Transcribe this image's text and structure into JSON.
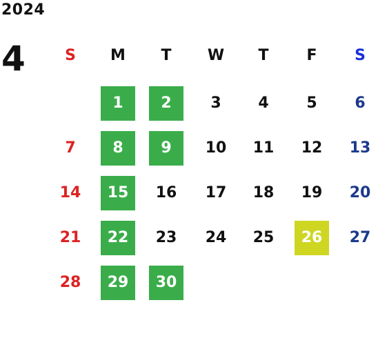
{
  "year": "2024",
  "month": "4",
  "colors": {
    "highlight_green": "#3aad4a",
    "highlight_yellow": "#cfd622",
    "sunday_red": "#dd2222",
    "saturday_blue": "#1a2fd8",
    "saturday_date_blue": "#1c3a8c"
  },
  "weekdays": [
    "S",
    "M",
    "T",
    "W",
    "T",
    "F",
    "S"
  ],
  "weeks": [
    [
      "",
      "1",
      "2",
      "3",
      "4",
      "5",
      "6"
    ],
    [
      "7",
      "8",
      "9",
      "10",
      "11",
      "12",
      "13"
    ],
    [
      "14",
      "15",
      "16",
      "17",
      "18",
      "19",
      "20"
    ],
    [
      "21",
      "22",
      "23",
      "24",
      "25",
      "26",
      "27"
    ],
    [
      "28",
      "29",
      "30",
      "",
      "",
      "",
      ""
    ]
  ],
  "highlighted_green_days": [
    "1",
    "2",
    "8",
    "9",
    "15",
    "22",
    "29",
    "30"
  ],
  "highlighted_yellow_days": [
    "26"
  ]
}
